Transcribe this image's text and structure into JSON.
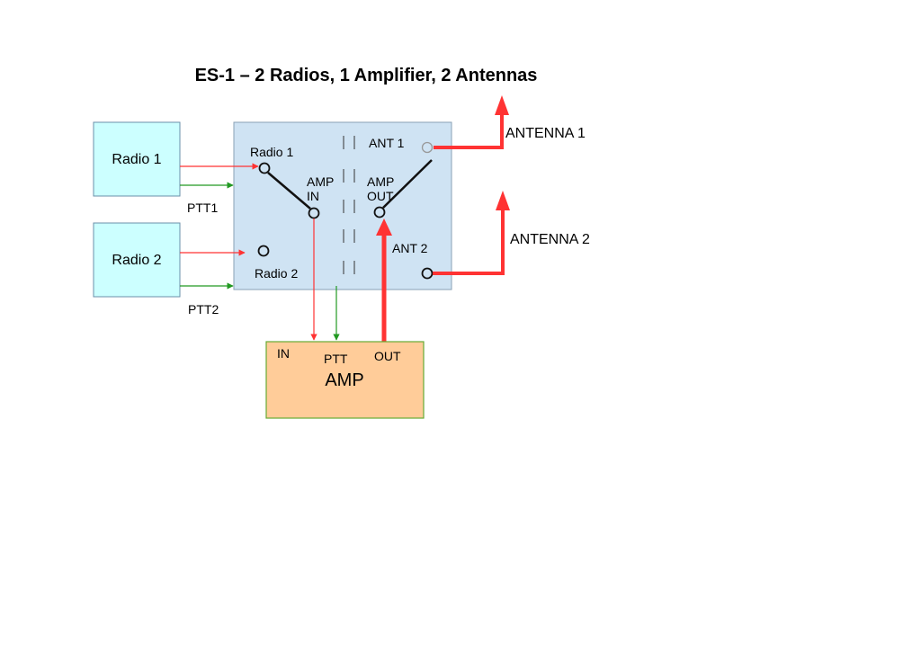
{
  "title": "ES-1 – 2 Radios, 1 Amplifier, 2 Antennas",
  "radios": [
    {
      "label": "Radio 1",
      "ptt_label": "PTT1"
    },
    {
      "label": "Radio 2",
      "ptt_label": "PTT2"
    }
  ],
  "switch_box": {
    "radio1_port": "Radio 1",
    "radio2_port": "Radio 2",
    "amp_in_line1": "AMP",
    "amp_in_line2": "IN",
    "amp_out_line1": "AMP",
    "amp_out_line2": "OUT",
    "ant1_port": "ANT 1",
    "ant2_port": "ANT 2"
  },
  "antennas": [
    {
      "label": "ANTENNA 1"
    },
    {
      "label": "ANTENNA 2"
    }
  ],
  "amplifier": {
    "label": "AMP",
    "in_label": "IN",
    "ptt_label": "PTT",
    "out_label": "OUT"
  },
  "colors": {
    "radio_fill": "#ccffff",
    "switch_fill": "#cfe3f3",
    "amp_fill": "#ffcc99",
    "amp_border": "#66aa33",
    "rf_line": "#ff3333",
    "ptt_line": "#229922"
  }
}
